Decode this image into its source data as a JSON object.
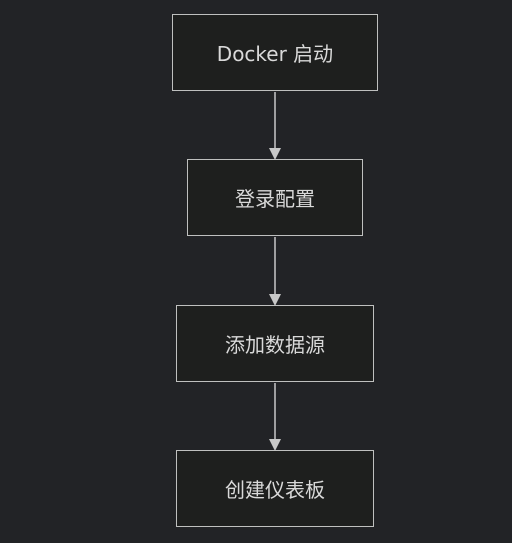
{
  "nodes": [
    {
      "label": "Docker 启动"
    },
    {
      "label": "登录配置"
    },
    {
      "label": "添加数据源"
    },
    {
      "label": "创建仪表板"
    }
  ],
  "edges": [
    {
      "from": 0,
      "to": 1
    },
    {
      "from": 1,
      "to": 2
    },
    {
      "from": 2,
      "to": 3
    }
  ],
  "colors": {
    "background": "#222326",
    "node_fill": "#1e1f1e",
    "node_border": "#bfc0bf",
    "text": "#d9d9d9",
    "edge": "#c8c8c8"
  }
}
